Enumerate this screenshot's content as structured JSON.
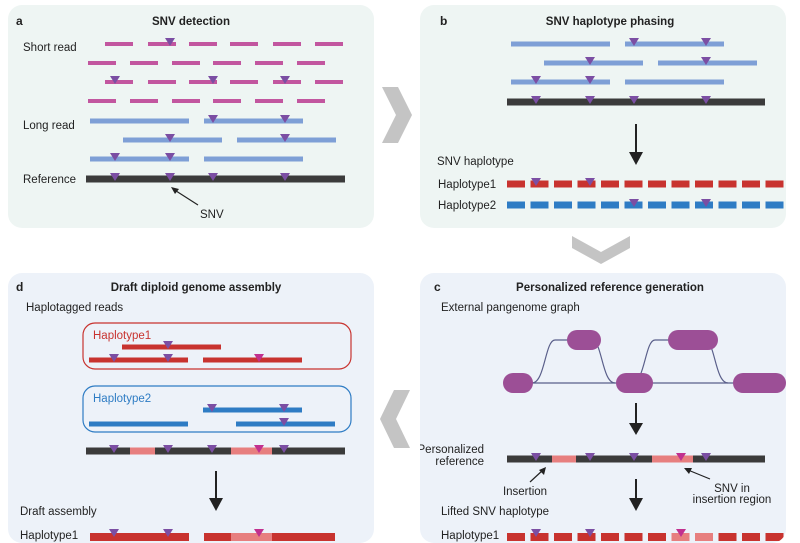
{
  "colors": {
    "short_read": "#c2569f",
    "long_read": "#7e9fd6",
    "reference": "#3b3b3b",
    "snv_marker": "#7b4ea3",
    "snv_insertion_marker": "#c1308f",
    "haplotype1": "#c8332f",
    "haplotype2": "#2e7cc4",
    "insertion": "#e77f7f",
    "graph_node": "#9c4f96",
    "graph_edge": "#5a5f8a",
    "chevron": "#c4c4c4",
    "panel_top_bg": "#eef5f3",
    "panel_bottom_bg": "#edf2f9"
  },
  "panel_a": {
    "letter": "a",
    "title": "SNV detection",
    "short_read_label": "Short read",
    "long_read_label": "Long read",
    "reference_label": "Reference",
    "snv_label": "SNV"
  },
  "panel_b": {
    "letter": "b",
    "title": "SNV haplotype phasing",
    "snv_haplotype_label": "SNV haplotype",
    "haplotype1_label": "Haplotype1",
    "haplotype2_label": "Haplotype2"
  },
  "panel_c": {
    "letter": "c",
    "title": "Personalized reference generation",
    "graph_label": "External pangenome graph",
    "personalized_reference_line1": "Personalized",
    "personalized_reference_line2": "reference",
    "insertion_label": "Insertion",
    "snv_insertion_line1": "SNV in",
    "snv_insertion_line2": "insertion region",
    "lifted_label": "Lifted SNV haplotype",
    "haplotype1_label": "Haplotype1"
  },
  "panel_d": {
    "letter": "d",
    "title": "Draft diploid genome assembly",
    "haplotagged_label": "Haplotagged reads",
    "haplotype1_box_label": "Haplotype1",
    "haplotype2_box_label": "Haplotype2",
    "draft_assembly_label": "Draft assembly",
    "haplotype1_label": "Haplotype1"
  }
}
